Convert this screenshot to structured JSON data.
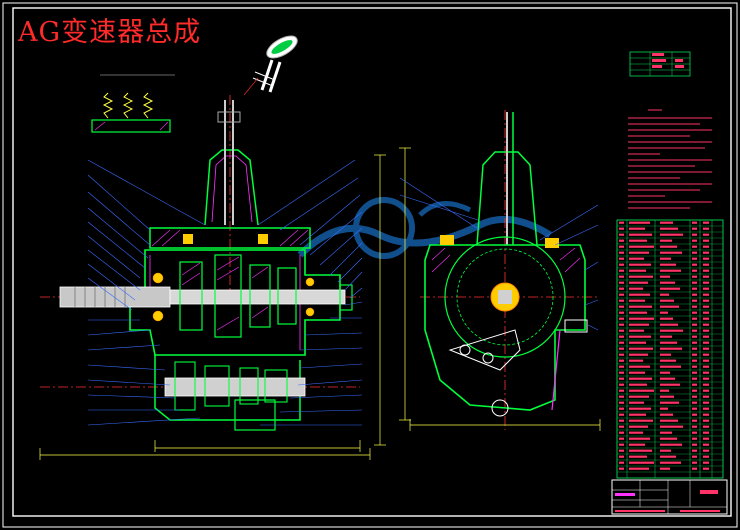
{
  "drawing": {
    "title": "AG变速器总成",
    "colors": {
      "background": "#000000",
      "frame": "#ffffff",
      "title_text": "#ff2a2a",
      "housing_outline": "#00ff3c",
      "hatch": "#ff33ff",
      "leader_lines": "#3a6cff",
      "center_lines": "#ff3030",
      "dimension_lines": "#ffff44",
      "shaft_fill": "#c8c8c8",
      "table_lines": "#00dd55",
      "table_text": "#ff3366",
      "watermark": "#1e90ff"
    },
    "views": {
      "main_section": "main-section-view",
      "side_view": "side-view",
      "shift_knob": "shift-knob-detail",
      "detocking_detail": "spring-detent-detail"
    }
  }
}
